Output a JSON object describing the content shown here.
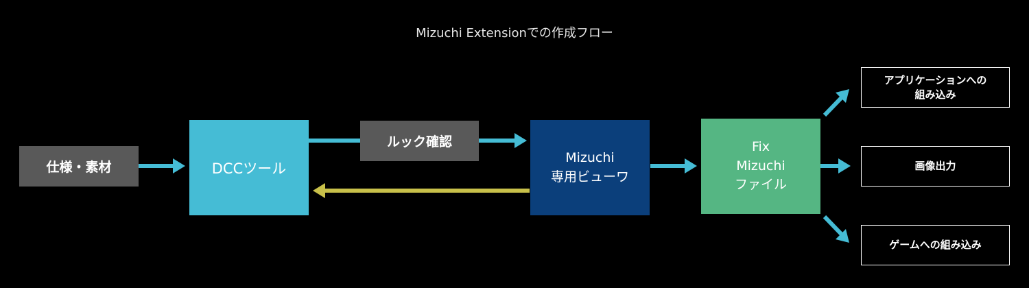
{
  "title": "Mizuchi Extensionでの作成フロー",
  "nodes": {
    "spec": {
      "label": "仕様・素材"
    },
    "dcc": {
      "label": "DCCツール"
    },
    "look": {
      "label": "ルック確認"
    },
    "viewer": {
      "line1": "Mizuchi",
      "line2": "専用ビューワ"
    },
    "fix": {
      "line1": "Fix",
      "line2": "Mizuchi",
      "line3": "ファイル"
    },
    "app": {
      "line1": "アプリケーションへの",
      "line2": "組み込み"
    },
    "image": {
      "label": "画像出力"
    },
    "game": {
      "label": "ゲームへの組み込み"
    }
  },
  "colors": {
    "background": "#000000",
    "arrow": "#45bcd5",
    "return_arrow": "#c8c04a",
    "gray_box": "#595959",
    "dcc_box": "#45bcd5",
    "viewer_box": "#0b3f7b",
    "fix_box": "#55b683"
  }
}
